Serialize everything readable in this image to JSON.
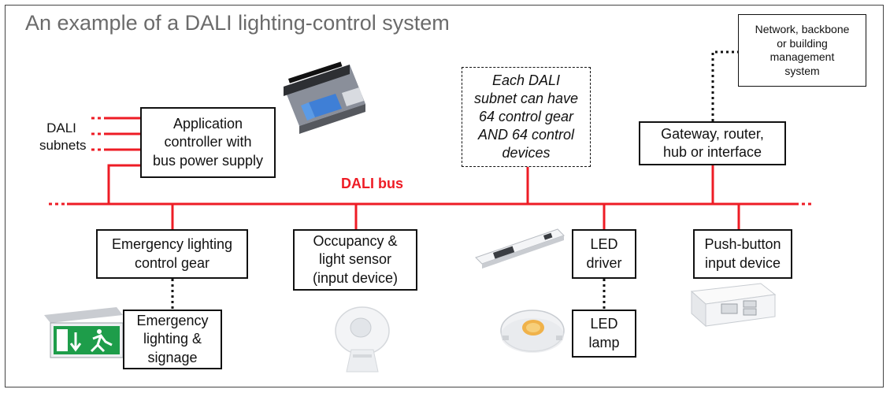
{
  "title": "An example of a DALI lighting-control system",
  "bus_label": "DALI bus",
  "subnets_label": "DALI\nsubnets",
  "colors": {
    "bus": "#ee1c25",
    "box_border": "#111111",
    "title": "#6b6b6b",
    "frame": "#444444"
  },
  "boxes": {
    "app_controller": "Application\ncontroller with\nbus power supply",
    "subnet_note": "Each DALI\nsubnet can have\n64 control gear\nAND 64 control\ndevices",
    "gateway": "Gateway, router,\nhub or interface",
    "network": "Network, backbone\nor building\nmanagement\nsystem",
    "emergency_gear": "Emergency lighting\ncontrol gear",
    "emergency_signage": "Emergency\nlighting &\nsignage",
    "occupancy": "Occupancy &\nlight sensor\n(input device)",
    "led_driver": "LED\ndriver",
    "led_lamp": "LED\nlamp",
    "push_button": "Push-button\ninput device"
  },
  "icons": {
    "controller": "din-rail-controller-icon",
    "exit_sign": "emergency-exit-sign-icon",
    "sensor": "ceiling-sensor-icon",
    "driver": "led-driver-module-icon",
    "lamp": "led-module-icon",
    "push_button": "push-button-device-icon"
  }
}
